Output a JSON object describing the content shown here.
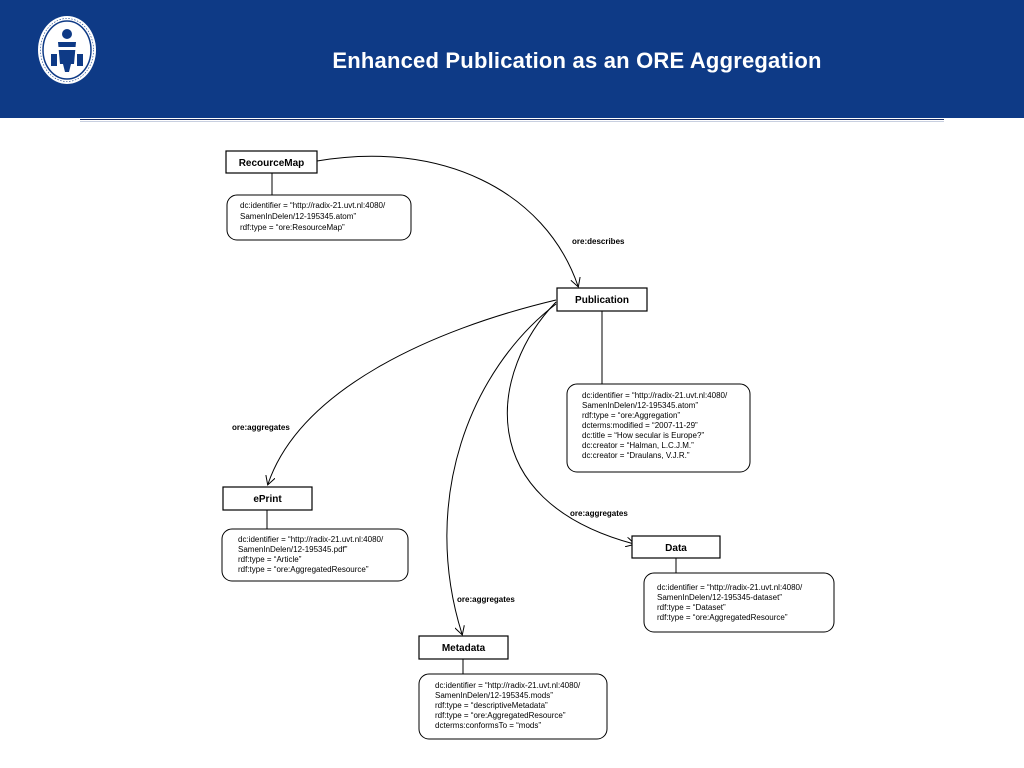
{
  "slide": {
    "title": "Enhanced Publication as an ORE Aggregation",
    "logo_icon": "university-seal-icon",
    "header_color": "#0e3a86"
  },
  "nodes": {
    "resourcemap": {
      "label": "RecourceMap",
      "attributes": [
        "dc:identifier = “http://radix-21.uvt.nl:4080/",
        "SamenInDelen/12-195345.atom”",
        "rdf:type = “ore:ResourceMap”"
      ]
    },
    "publication": {
      "label": "Publication",
      "attributes": [
        "dc:identifier = “http://radix-21.uvt.nl:4080/",
        "SamenInDelen/12-195345.atom”",
        "rdf:type = “ore:Aggregation”",
        "dcterms:modified = “2007-11-29”",
        "dc:title = “How secular is Europe?”",
        "dc:creator = “Halman, L.C.J.M.”",
        "dc:creator = “Draulans, V.J.R.”"
      ]
    },
    "eprint": {
      "label": "ePrint",
      "attributes": [
        "dc:identifier = “http://radix-21.uvt.nl:4080/",
        "SamenInDelen/12-195345.pdf”",
        "rdf:type = “Article”",
        "rdf:type = “ore:AggregatedResource”"
      ]
    },
    "data": {
      "label": "Data",
      "attributes": [
        "dc:identifier = “http://radix-21.uvt.nl:4080/",
        "SamenInDelen/12-195345-dataset”",
        "rdf:type = “Dataset”",
        "rdf:type = “ore:AggregatedResource”"
      ]
    },
    "metadata": {
      "label": "Metadata",
      "attributes": [
        "dc:identifier = “http://radix-21.uvt.nl:4080/",
        "SamenInDelen/12-195345.mods”",
        "rdf:type = “descriptiveMetadata”",
        "rdf:type = “ore:AggregatedResource”",
        "dcterms:conformsTo = “mods”"
      ]
    }
  },
  "edges": {
    "describes": "ore:describes",
    "aggregates_eprint": "ore:aggregates",
    "aggregates_data": "ore:aggregates",
    "aggregates_metadata": "ore:aggregates"
  }
}
